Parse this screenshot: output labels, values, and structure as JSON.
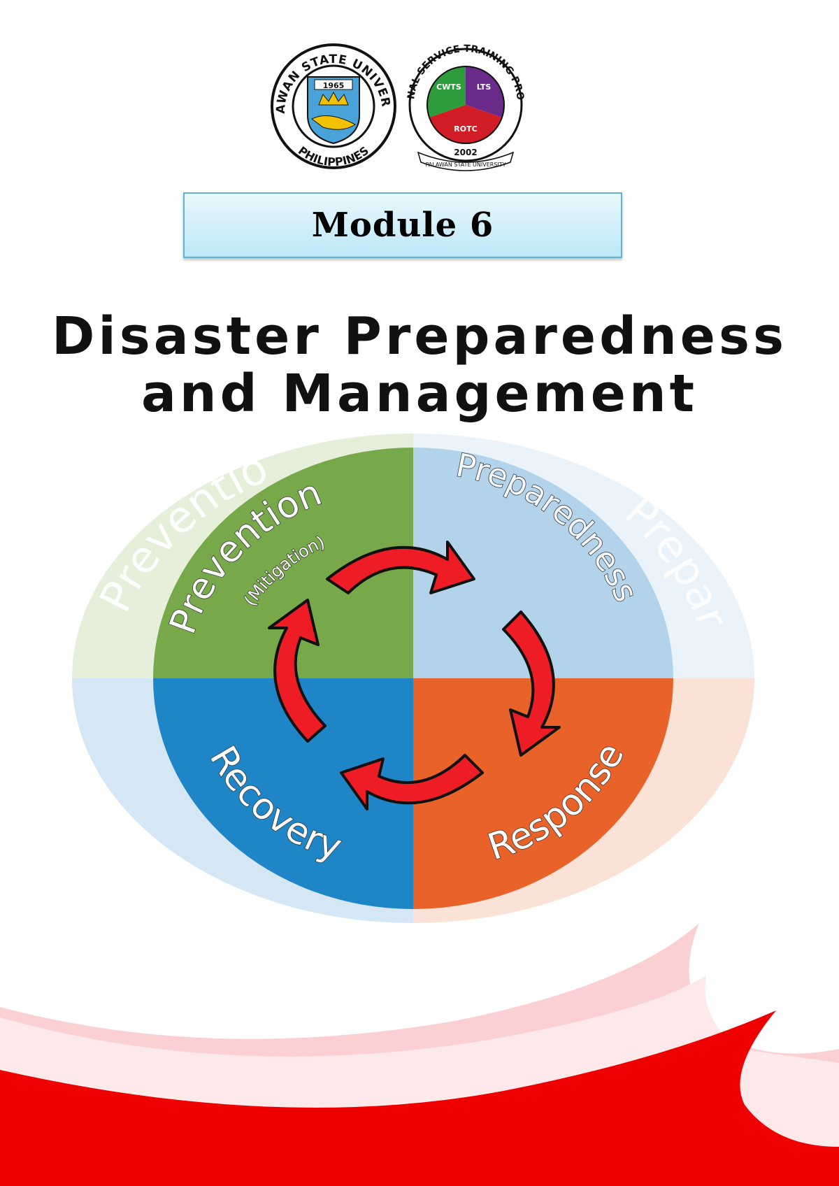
{
  "header": {
    "psu_logo": {
      "ring_text": "PALAWAN STATE UNIVERSITY",
      "country_text": "PHILIPPINES",
      "year": "1965"
    },
    "nstp_logo": {
      "ring_text": "NATIONAL SERVICE TRAINING PROGRAM",
      "year": "2002",
      "segments": [
        "CWTS",
        "LTS",
        "ROTC"
      ],
      "footer_text": "PALAWAN STATE UNIVERSITY"
    }
  },
  "module_label": "Module 6",
  "title": {
    "line1": "Disaster Preparedness",
    "line2": "and Management"
  },
  "cycle": {
    "quadrants": [
      {
        "label": "Prevention",
        "sublabel": "(Mitigation)",
        "color": "#77a84a"
      },
      {
        "label": "Preparedness",
        "color": "#b3d3ea"
      },
      {
        "label": "Response",
        "color": "#e8622a"
      },
      {
        "label": "Recovery",
        "color": "#1e86c6"
      }
    ],
    "arrow_color": "#ee1c24"
  },
  "colors": {
    "wave_red": "#ee0000",
    "wave_pink": "#fbd0d3",
    "module_border": "#5fb3d6"
  }
}
